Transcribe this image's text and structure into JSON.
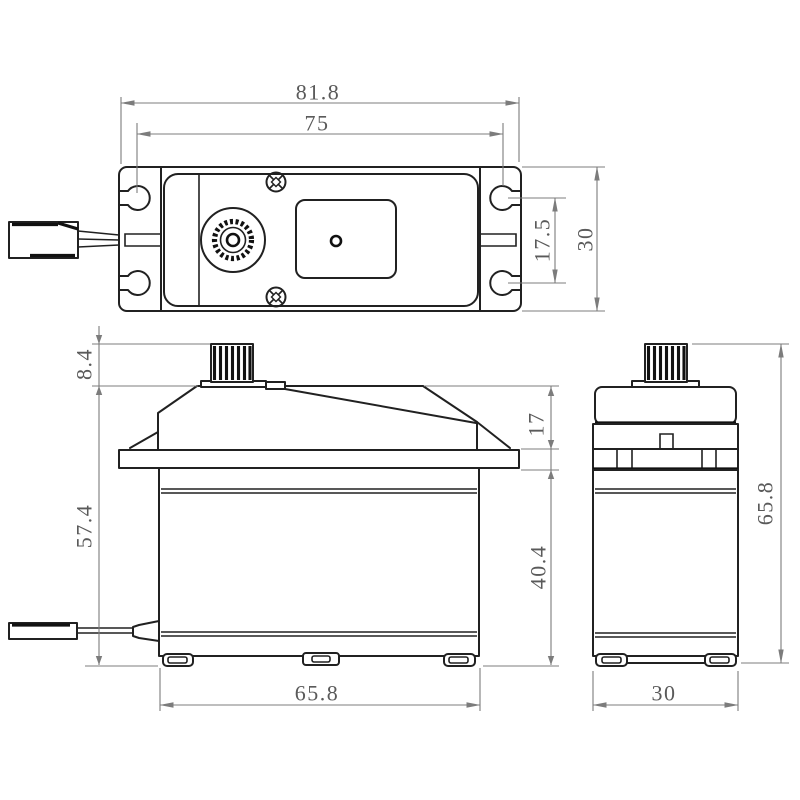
{
  "drawing": {
    "kind": "servo-three-view-dimension-drawing",
    "colors": {
      "background": "#ffffff",
      "object_line": "#212121",
      "dimension_line": "#7c7c7c",
      "dimension_text": "#5a5a5a"
    },
    "views": {
      "top_view": {
        "dim_overall_length": "81.8",
        "dim_mount_hole_span": "75",
        "dim_hole_spacing": "17.5",
        "dim_overall_width": "30"
      },
      "front_view": {
        "dim_spline_height": "8.4",
        "dim_height_below_spline": "57.4",
        "dim_upper_section_height": "17",
        "dim_lower_section_height": "40.4",
        "dim_body_length": "65.8"
      },
      "side_view": {
        "dim_overall_height": "65.8",
        "dim_body_width": "30"
      }
    }
  }
}
